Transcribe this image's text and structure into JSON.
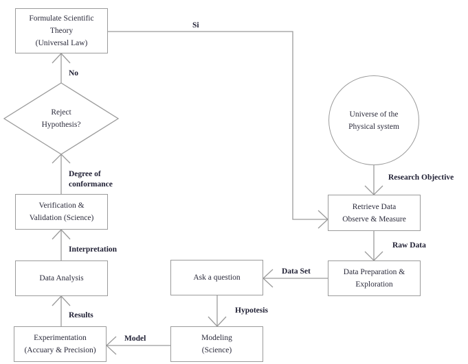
{
  "diagram": {
    "nodes": {
      "theory": {
        "lines": [
          "Formulate Scientific",
          "Theory",
          "(Universal Law)"
        ]
      },
      "reject": {
        "lines": [
          "Reject",
          "Hypothesis?"
        ]
      },
      "verification": {
        "lines": [
          "Verification &",
          "Validation (Science)"
        ]
      },
      "analysis": {
        "lines": [
          "Data Analysis"
        ]
      },
      "experimentation": {
        "lines": [
          "Experimentation",
          "(Accuary & Precision)"
        ]
      },
      "modeling": {
        "lines": [
          "Modeling",
          "(Science)"
        ]
      },
      "question": {
        "lines": [
          "Ask a question"
        ]
      },
      "preparation": {
        "lines": [
          "Data Preparation &",
          "Exploration"
        ]
      },
      "retrieve": {
        "lines": [
          "Retrieve Data",
          "Observe & Measure"
        ]
      },
      "universe": {
        "lines": [
          "Universe of the",
          "Physical system"
        ]
      }
    },
    "edge_labels": {
      "si": "Si",
      "no": "No",
      "degree": [
        "Degree of",
        "conformance"
      ],
      "interpretation": "Interpretation",
      "results": "Results",
      "model": "Model",
      "hypotesis": "Hypotesis",
      "data_set": "Data Set",
      "raw_data": "Raw Data",
      "research_objective": "Research Objective"
    },
    "colors": {
      "stroke": "#9a9a9a",
      "text": "#2a2a3a"
    }
  }
}
